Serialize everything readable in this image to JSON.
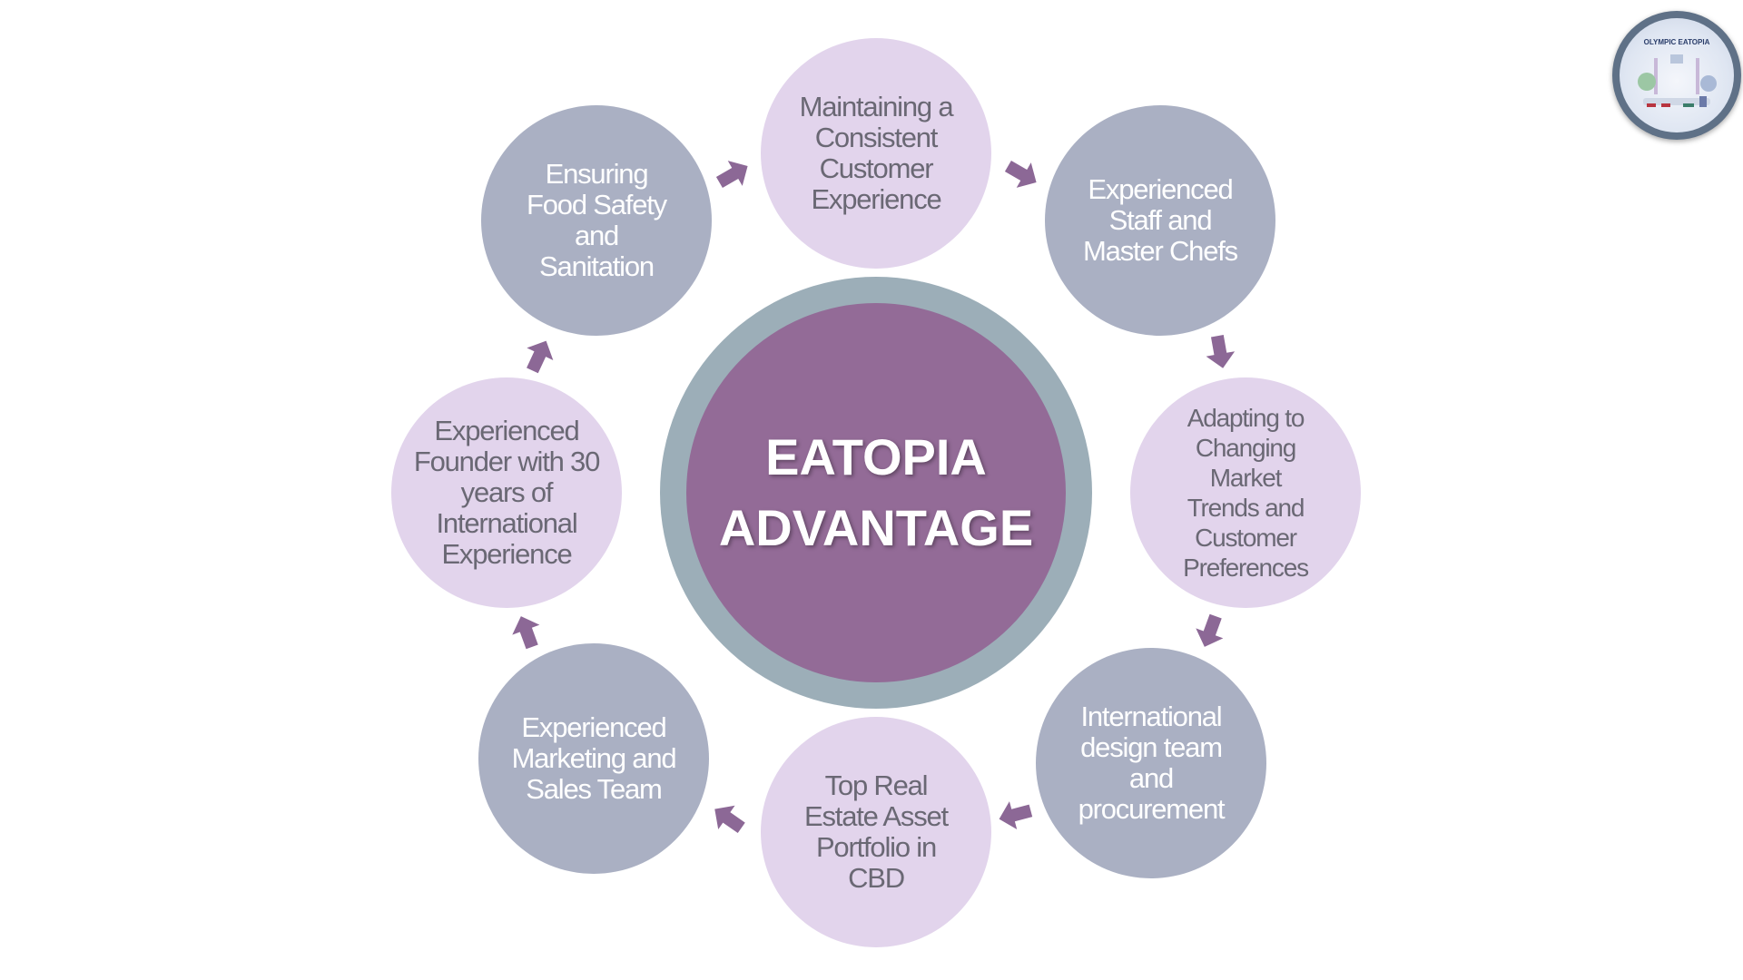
{
  "diagram": {
    "center": {
      "line1": "EATOPIA",
      "line2": "ADVANTAGE"
    },
    "nodes": [
      {
        "id": "maintaining-experience",
        "lines": [
          "Maintaining a",
          "Consistent",
          "Customer",
          "Experience"
        ],
        "style": "lavender"
      },
      {
        "id": "experienced-staff",
        "lines": [
          "Experienced",
          "Staff and",
          "Master Chefs"
        ],
        "style": "gray"
      },
      {
        "id": "adapting-trends",
        "lines": [
          "Adapting to",
          "Changing",
          "Market",
          "Trends and",
          "Customer",
          "Preferences"
        ],
        "style": "lavender"
      },
      {
        "id": "international-design",
        "lines": [
          "International",
          "design team",
          "and",
          "procurement"
        ],
        "style": "gray"
      },
      {
        "id": "real-estate",
        "lines": [
          "Top Real",
          "Estate Asset",
          "Portfolio in",
          "CBD"
        ],
        "style": "lavender"
      },
      {
        "id": "marketing-sales",
        "lines": [
          "Experienced",
          "Marketing and",
          "Sales Team"
        ],
        "style": "gray"
      },
      {
        "id": "experienced-founder",
        "lines": [
          "Experienced",
          "Founder with 30",
          "years of",
          "International",
          "Experience"
        ],
        "style": "lavender"
      },
      {
        "id": "food-safety",
        "lines": [
          "Ensuring",
          "Food Safety",
          "and",
          "Sanitation"
        ],
        "style": "gray"
      }
    ]
  },
  "logo": {
    "text": "OLYMPIC EATOPIA"
  },
  "colors": {
    "gray_node": "#aab0c3",
    "lavender_node": "#e2d4ec",
    "center_fill": "#936b97",
    "center_ring": "#9caeb8",
    "arrow": "#8c6896"
  }
}
